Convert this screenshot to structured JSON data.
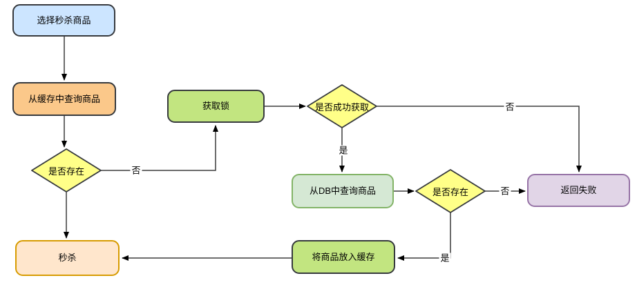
{
  "diagram": {
    "title": "seckill-product-flowchart",
    "nodes": {
      "select": {
        "label": "选择秒杀商品",
        "shape": "rounded-rect",
        "fill": "#cce5ff",
        "stroke": "#36393d"
      },
      "query_cache": {
        "label": "从缓存中查询商品",
        "shape": "rounded-rect",
        "fill": "#fbc88a",
        "stroke": "#36393d"
      },
      "cache_exists": {
        "label": "是否存在",
        "shape": "diamond",
        "fill": "#ffff88",
        "stroke": "#36393d"
      },
      "acquire_lock": {
        "label": "获取锁",
        "shape": "rounded-rect",
        "fill": "#c2e580",
        "stroke": "#36393d"
      },
      "lock_acquired": {
        "label": "是否成功获取",
        "shape": "diamond",
        "fill": "#ffff88",
        "stroke": "#36393d"
      },
      "query_db": {
        "label": "从DB中查询商品",
        "shape": "rounded-rect",
        "fill": "#d5e8d4",
        "stroke": "#82b366"
      },
      "db_exists": {
        "label": "是否存在",
        "shape": "diamond",
        "fill": "#ffff88",
        "stroke": "#36393d"
      },
      "return_fail": {
        "label": "返回失败",
        "shape": "rounded-rect",
        "fill": "#e1d5e7",
        "stroke": "#9673a6"
      },
      "put_cache": {
        "label": "将商品放入缓存",
        "shape": "rounded-rect",
        "fill": "#c2e580",
        "stroke": "#36393d"
      },
      "seckill": {
        "label": "秒杀",
        "shape": "rounded-rect",
        "fill": "#ffe6cc",
        "stroke": "#d79b00"
      }
    },
    "edge_labels": {
      "cache_exists_no": "否",
      "lock_acquired_no": "否",
      "lock_acquired_yes": "是",
      "db_exists_no": "否",
      "db_exists_yes": "是"
    },
    "edges": [
      {
        "from": "select",
        "to": "query_cache",
        "label": ""
      },
      {
        "from": "query_cache",
        "to": "cache_exists",
        "label": ""
      },
      {
        "from": "cache_exists",
        "to": "seckill",
        "label": ""
      },
      {
        "from": "cache_exists",
        "to": "acquire_lock",
        "label": "否"
      },
      {
        "from": "acquire_lock",
        "to": "lock_acquired",
        "label": ""
      },
      {
        "from": "lock_acquired",
        "to": "return_fail",
        "label": "否"
      },
      {
        "from": "lock_acquired",
        "to": "query_db",
        "label": "是"
      },
      {
        "from": "query_db",
        "to": "db_exists",
        "label": ""
      },
      {
        "from": "db_exists",
        "to": "return_fail",
        "label": "否"
      },
      {
        "from": "db_exists",
        "to": "put_cache",
        "label": "是"
      },
      {
        "from": "put_cache",
        "to": "seckill",
        "label": ""
      }
    ],
    "colors": {
      "background": "#ffffff",
      "line": "#3b3b3b",
      "arrowhead": "#000000",
      "yellow_fill": "#ffff88",
      "dark_stroke": "#36393d"
    }
  }
}
